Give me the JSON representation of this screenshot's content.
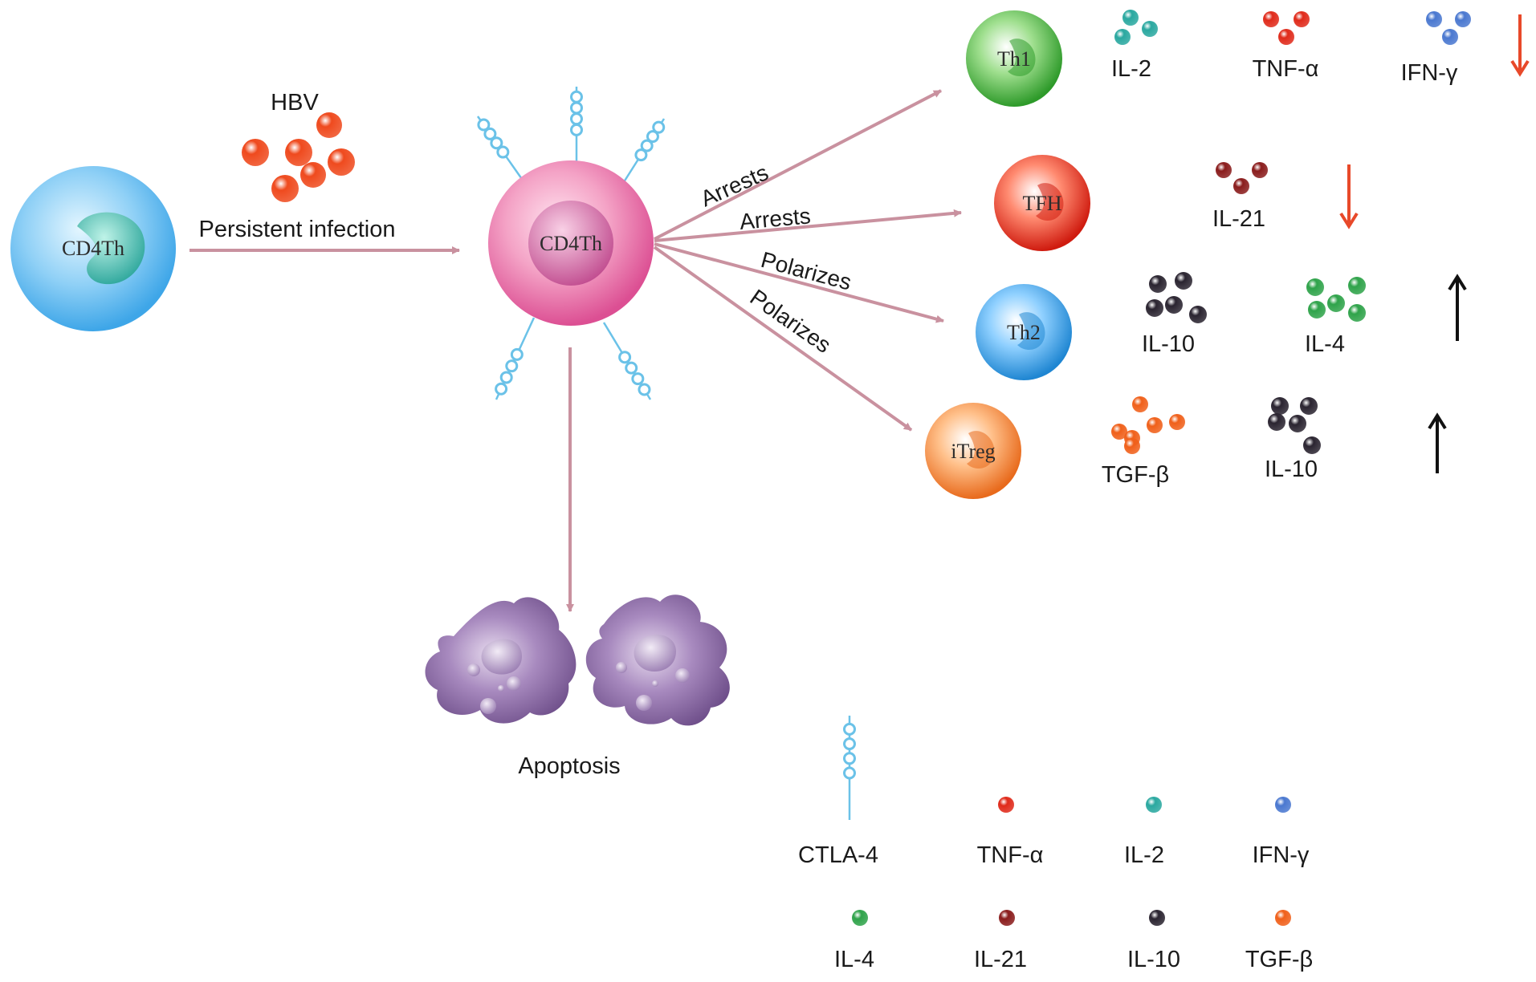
{
  "source": {
    "cell_label": "CD4Th",
    "virus_label": "HBV",
    "arrow_label": "Persistent infection"
  },
  "activated": {
    "cell_label": "CD4Th"
  },
  "branches": [
    {
      "action": "Arrests",
      "cell": "Th1",
      "cytokines": [
        "IL-2",
        "TNF-α",
        "IFN-γ"
      ],
      "trend": "down",
      "colors": {
        "outer": "#2e9a2a",
        "inner": "#9fdf8e"
      }
    },
    {
      "action": "Arrests",
      "cell": "TFH",
      "cytokines": [
        "IL-21"
      ],
      "trend": "down",
      "colors": {
        "outer": "#cf1b0f",
        "inner": "#ff8a70"
      }
    },
    {
      "action": "Polarizes",
      "cell": "Th2",
      "cytokines": [
        "IL-10",
        "IL-4"
      ],
      "trend": "up",
      "colors": {
        "outer": "#1f86d2",
        "inner": "#8fd0ff"
      }
    },
    {
      "action": "Polarizes",
      "cell": "iTreg",
      "cytokines": [
        "TGF-β",
        "IL-10"
      ],
      "trend": "up",
      "colors": {
        "outer": "#e86a1c",
        "inner": "#ffc08a"
      }
    }
  ],
  "apoptosis": {
    "label": "Apoptosis"
  },
  "legend": [
    {
      "label": "CTLA-4",
      "symbol": "ctla4-chain"
    },
    {
      "label": "TNF-α",
      "color": "#e02a1a"
    },
    {
      "label": "IL-2",
      "color": "#2aa8a0"
    },
    {
      "label": "IFN-γ",
      "color": "#4a78d0"
    },
    {
      "label": "IL-4",
      "color": "#2fa34a"
    },
    {
      "label": "IL-21",
      "color": "#8a1c1c"
    },
    {
      "label": "IL-10",
      "color": "#2a2430"
    },
    {
      "label": "TGF-β",
      "color": "#f0601a"
    }
  ],
  "colors": {
    "arrow": "#c9919f",
    "down_trend": "#e8492a",
    "up_trend": "#111111",
    "source_cell": "#3ea6e8",
    "activated_cell": "#e0589a",
    "apoptotic_cell": "#7d5a95",
    "ctla4": "#6bc2e8",
    "hbv": "#ef4a1e"
  }
}
